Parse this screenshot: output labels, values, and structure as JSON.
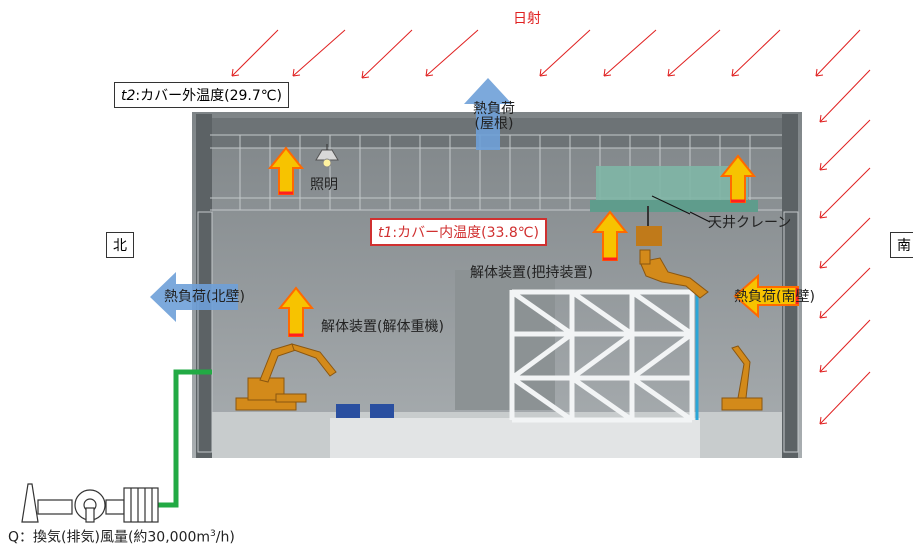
{
  "title_solar": "日射",
  "t2": {
    "var": "t2",
    "text": ":カバー外温度(29.7℃)"
  },
  "t1": {
    "var": "t1",
    "text": ":カバー内温度(33.8℃)"
  },
  "north": "北",
  "south": "南",
  "roof_heat": [
    "熱負荷",
    "(屋根)"
  ],
  "north_wall_heat": "熱負荷(北壁)",
  "south_wall_heat": "熱負荷(南壁)",
  "lighting": "照明",
  "crane": "天井クレーン",
  "dismantle_holder": "解体装置(把持装置)",
  "dismantle_heavy": "解体装置(解体重機)",
  "ventilation_prefix": "Q：換気(排気)風量(約30,000m",
  "ventilation_sup": "3",
  "ventilation_suffix": "/h)",
  "colors": {
    "solar": "#e02020",
    "heat_arrow_fill": "#f7c300",
    "heat_arrow_edge": "#ff2020",
    "cool_arrow": "#6ea0d8",
    "duct": "#22aa44",
    "building": "#9aa0a3"
  }
}
